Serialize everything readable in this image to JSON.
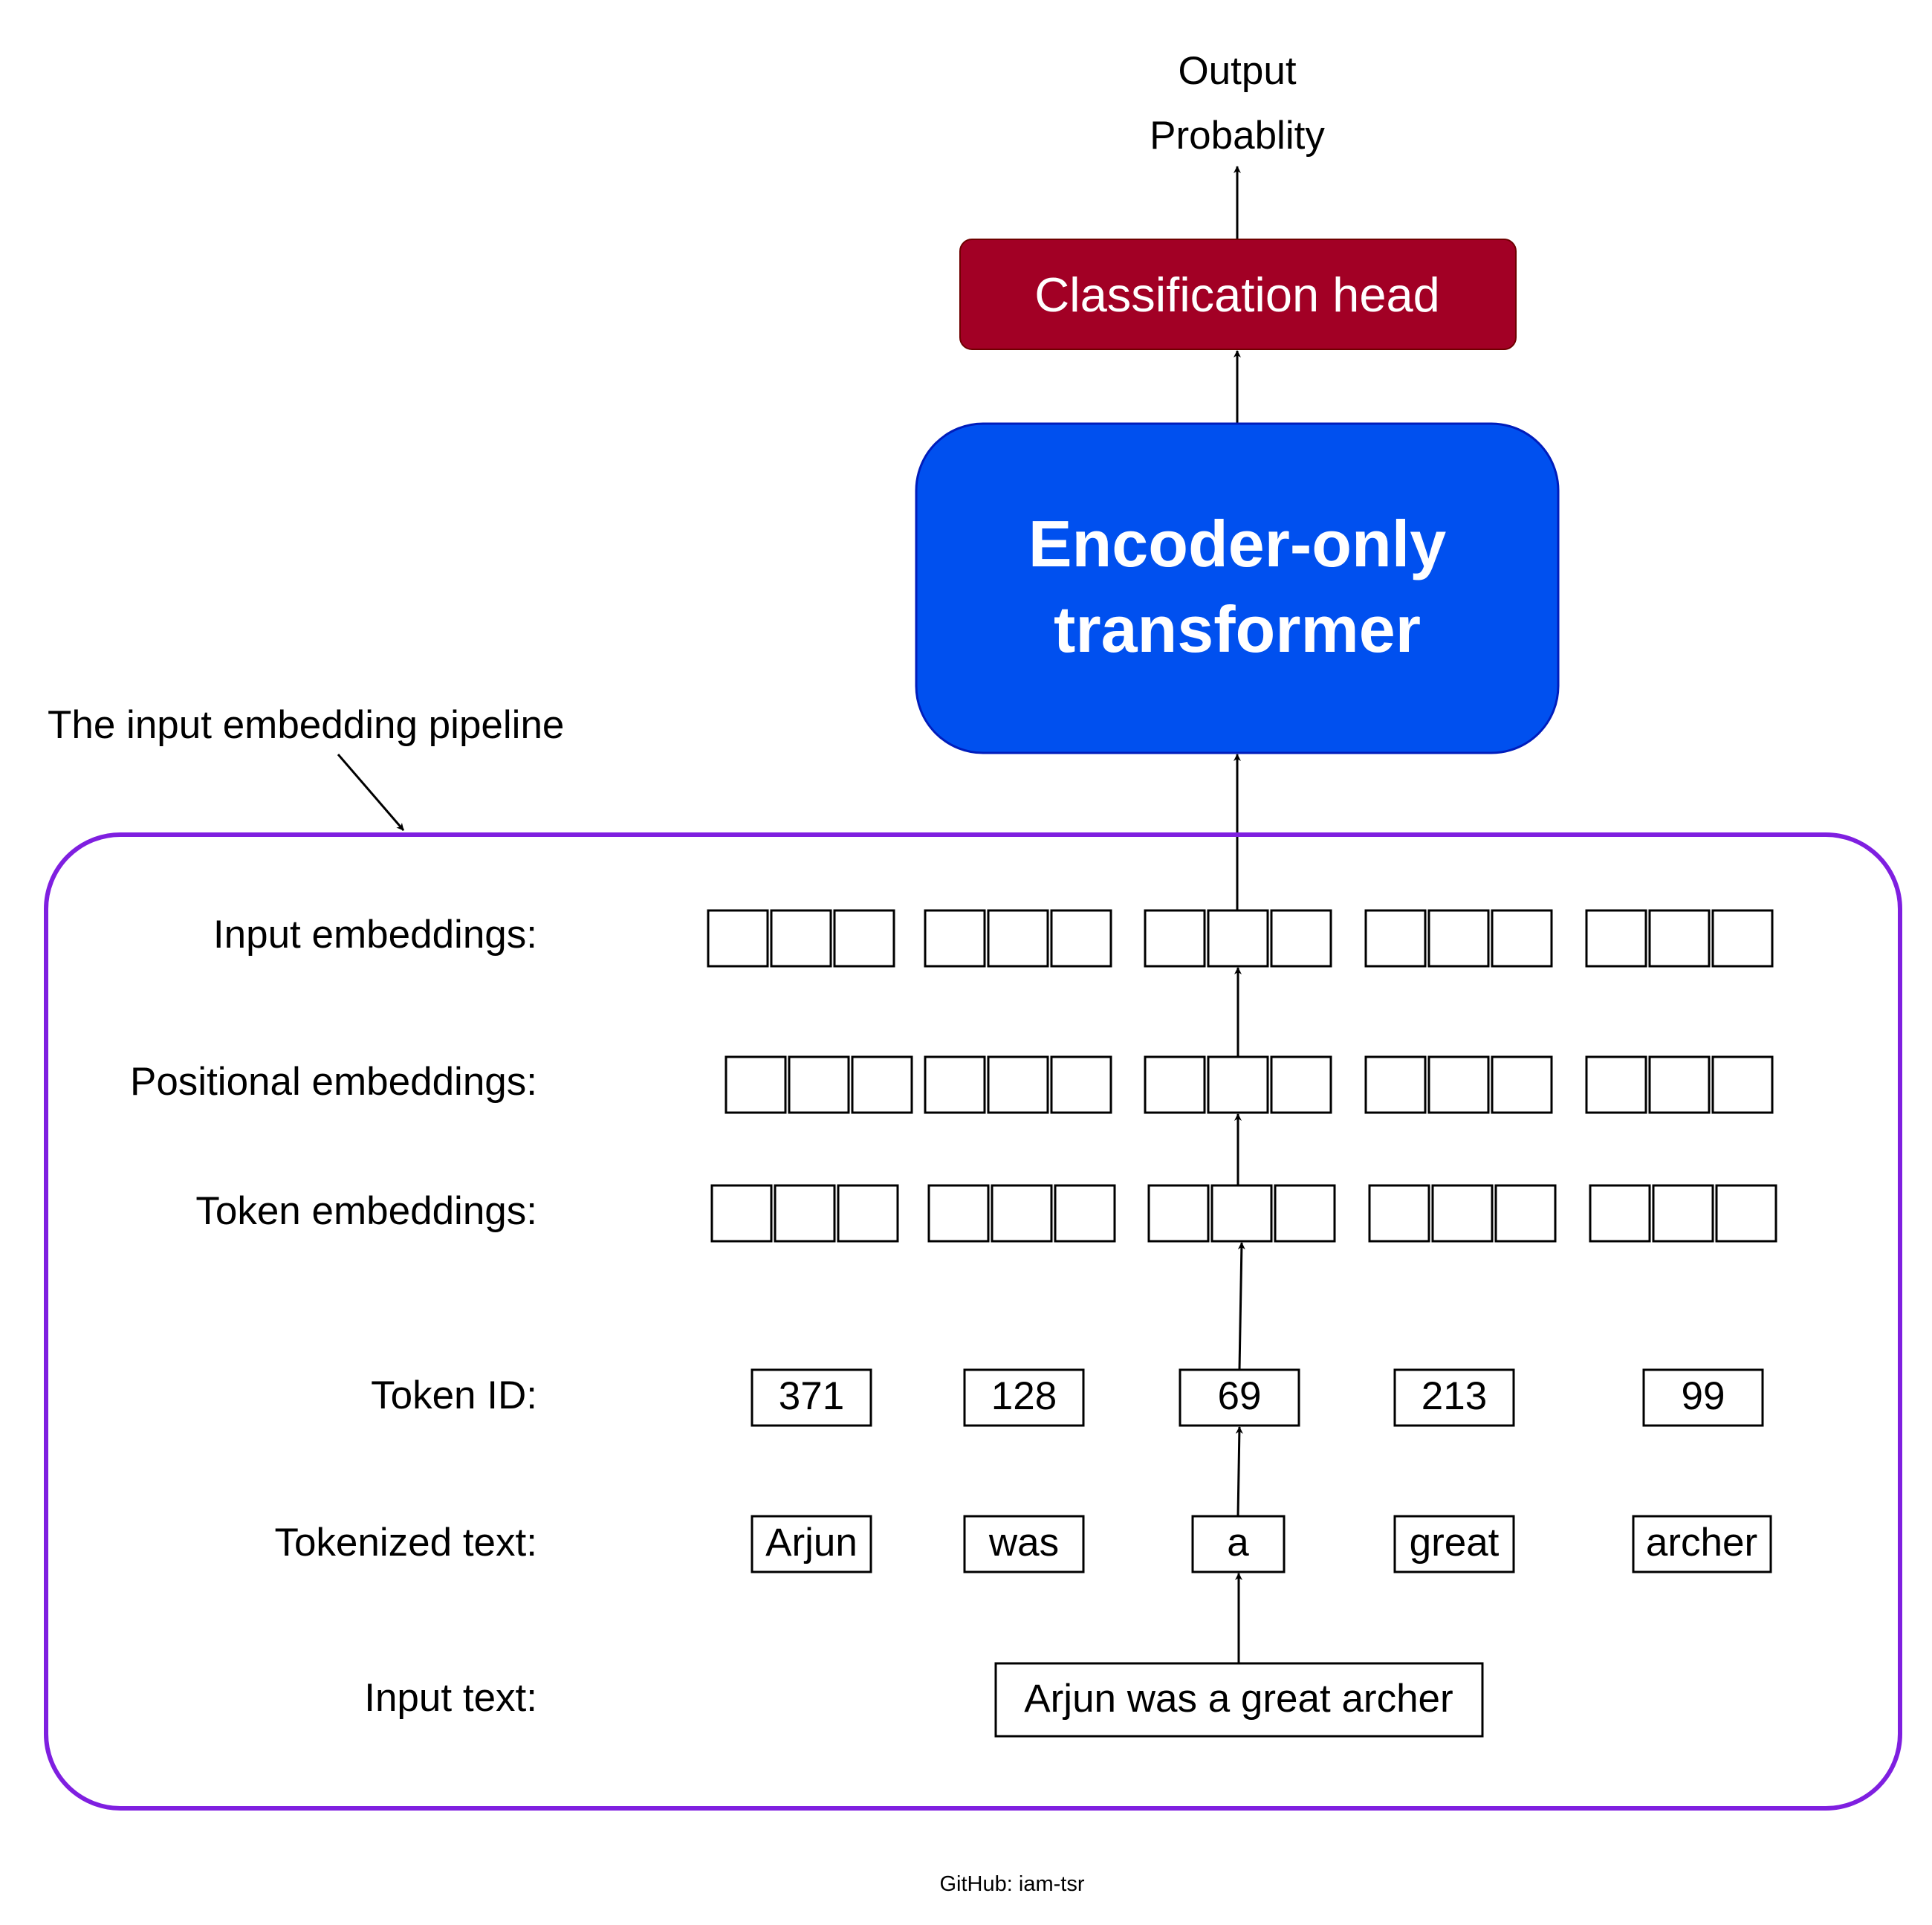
{
  "output": {
    "line1": "Output",
    "line2": "Probablity"
  },
  "classification_head": {
    "label": "Classification head",
    "color": "#a20025"
  },
  "encoder": {
    "line1": "Encoder-only",
    "line2": "transformer",
    "color": "#0050ef"
  },
  "pipeline": {
    "label": "The input embedding pipeline",
    "border_color": "#7f1fe0"
  },
  "rows": {
    "input_embeddings": "Input embeddings:",
    "positional_embeddings": "Positional embeddings:",
    "token_embeddings": "Token embeddings:",
    "token_id": "Token ID:",
    "tokenized_text": "Tokenized text:",
    "input_text": "Input text:"
  },
  "token_ids": [
    "371",
    "128",
    "69",
    "213",
    "99"
  ],
  "tokens": [
    "Arjun",
    "was",
    "a",
    "great",
    "archer"
  ],
  "input_text": "Arjun was a great archer",
  "footer": "GitHub: iam-tsr"
}
